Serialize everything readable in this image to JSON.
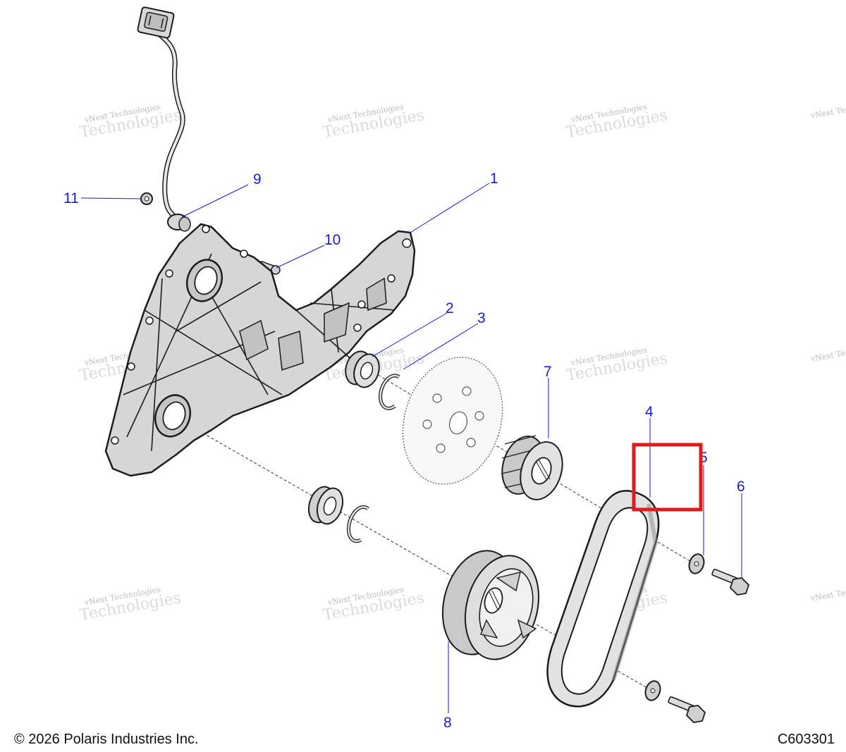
{
  "callouts": [
    {
      "id": "1",
      "label": "1"
    },
    {
      "id": "2",
      "label": "2"
    },
    {
      "id": "3",
      "label": "3"
    },
    {
      "id": "4",
      "label": "4"
    },
    {
      "id": "5",
      "label": "5"
    },
    {
      "id": "6",
      "label": "6"
    },
    {
      "id": "7",
      "label": "7"
    },
    {
      "id": "8",
      "label": "8"
    },
    {
      "id": "9",
      "label": "9"
    },
    {
      "id": "10",
      "label": "10"
    },
    {
      "id": "11",
      "label": "11"
    }
  ],
  "watermark": {
    "line1": "vNext Technologies",
    "line2": "Technologies",
    "line2_prefix": "vNext"
  },
  "footer": {
    "copyright": "© 2026 Polaris Industries Inc.",
    "code": "C603301"
  },
  "colors": {
    "callout": "#1a1adc",
    "highlight": "#e01b1b",
    "part_fill": "#d9d9d9",
    "part_shade": "#bdbdbd",
    "outline": "#1c1c1c"
  },
  "highlight": {
    "target": "callout-5"
  }
}
